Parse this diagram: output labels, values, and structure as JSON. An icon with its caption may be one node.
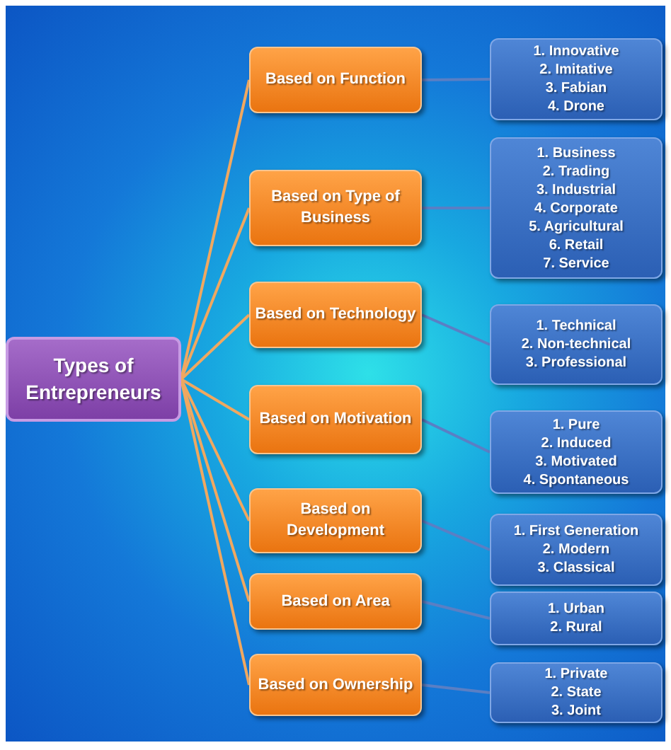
{
  "diagram": {
    "nodes": [
      {
        "text": [
          "Types of Entrepreneurs"
        ]
      },
      {
        "text": [
          "Based on Function"
        ]
      },
      {
        "text": [
          "Based on Type of Business"
        ]
      },
      {
        "text": [
          "Based on Technology"
        ]
      },
      {
        "text": [
          "Based on Motivation"
        ]
      },
      {
        "text": [
          "Based on Development"
        ]
      },
      {
        "text": [
          "Based on Area"
        ]
      },
      {
        "text": [
          "Based on Ownership"
        ]
      },
      {
        "text": [
          "1. Innovative",
          "2. Imitative",
          "3. Fabian",
          "4. Drone"
        ]
      },
      {
        "text": [
          "1. Business",
          "2. Trading",
          "3. Industrial",
          "4. Corporate",
          "5. Agricultural",
          "6. Retail",
          "7. Service"
        ]
      },
      {
        "text": [
          "1. Technical",
          "2. Non-technical",
          "3. Professional"
        ]
      },
      {
        "text": [
          "1. Pure",
          "2. Induced",
          "3. Motivated",
          "4. Spontaneous"
        ]
      },
      {
        "text": [
          "1. First Generation",
          "2. Modern",
          "3. Classical"
        ]
      },
      {
        "text": [
          "1. Urban",
          "2. Rural"
        ]
      },
      {
        "text": [
          "1. Private",
          "2. State",
          "3. Joint"
        ]
      }
    ],
    "edges": [
      {
        "from": 0,
        "to": 1,
        "arrow": "none"
      },
      {
        "from": 0,
        "to": 2,
        "arrow": "none"
      },
      {
        "from": 0,
        "to": 3,
        "arrow": "none"
      },
      {
        "from": 0,
        "to": 4,
        "arrow": "none"
      },
      {
        "from": 0,
        "to": 5,
        "arrow": "none"
      },
      {
        "from": 0,
        "to": 6,
        "arrow": "none"
      },
      {
        "from": 0,
        "to": 7,
        "arrow": "none"
      },
      {
        "from": 1,
        "to": 8,
        "arrow": "none",
        "color": "#5a7fc4"
      },
      {
        "from": 2,
        "to": 9,
        "arrow": "none",
        "color": "#5a7fc4"
      },
      {
        "from": 3,
        "to": 10,
        "arrow": "none",
        "color": "#5a7fc4"
      },
      {
        "from": 4,
        "to": 11,
        "arrow": "none",
        "color": "#5a7fc4"
      },
      {
        "from": 5,
        "to": 12,
        "arrow": "none",
        "color": "#5a7fc4"
      },
      {
        "from": 6,
        "to": 13,
        "arrow": "none",
        "color": "#5a7fc4"
      },
      {
        "from": 7,
        "to": 14,
        "arrow": "none",
        "color": "#5a7fc4"
      }
    ]
  }
}
